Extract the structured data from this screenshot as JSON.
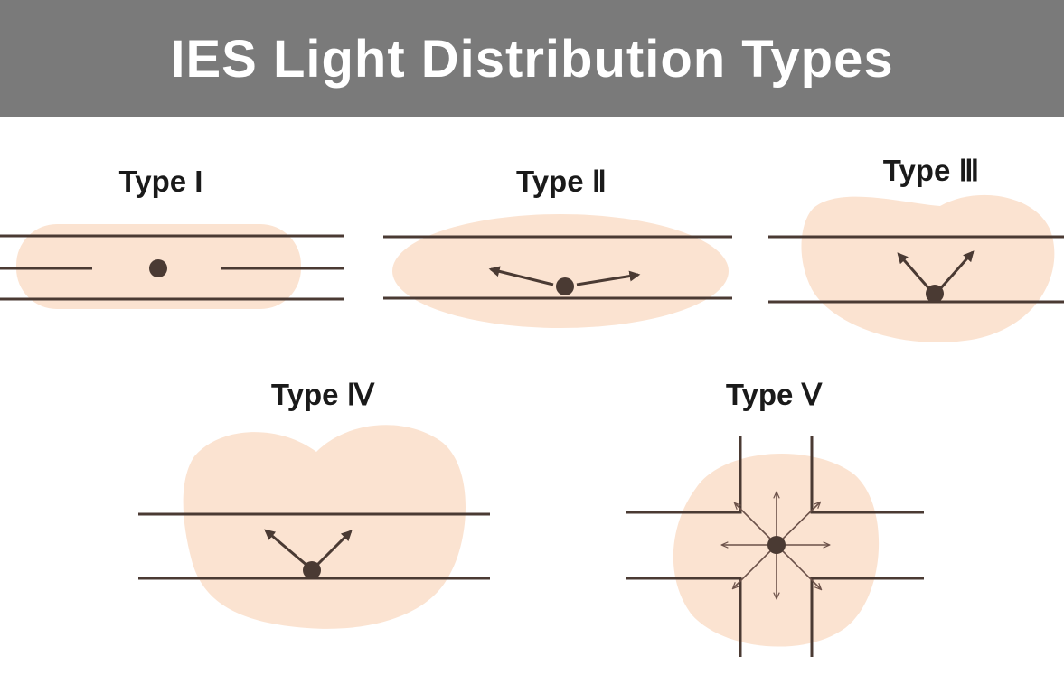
{
  "header": {
    "title": "IES Light Distribution Types"
  },
  "types": [
    {
      "label": "Type I"
    },
    {
      "label": "Type Ⅱ"
    },
    {
      "label": "Type Ⅲ"
    },
    {
      "label": "Type Ⅳ"
    },
    {
      "label": "Type Ⅴ"
    }
  ],
  "colors": {
    "header_bg": "#7a7a7a",
    "glow": "#fbe3d1",
    "line": "#4a3a33"
  }
}
